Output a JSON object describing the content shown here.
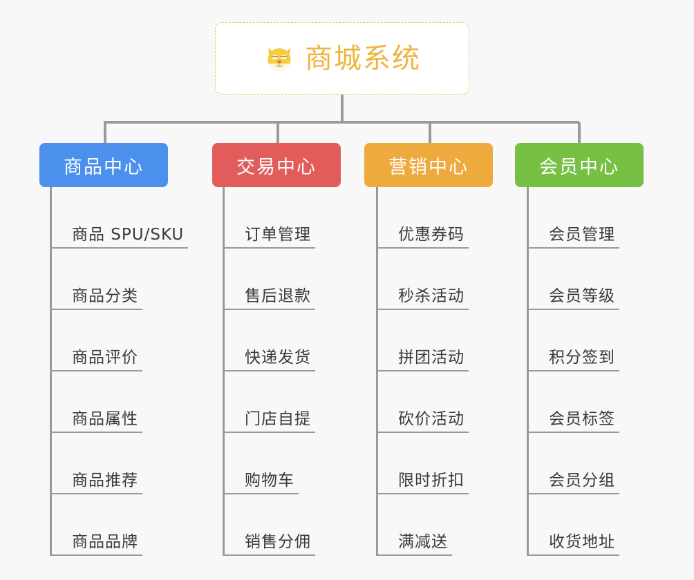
{
  "background_color": "#f8f8f8",
  "root": {
    "title": "商城系统",
    "icon": "dog-face-icon",
    "text_color": "#f0b43c",
    "border_color": "#f0c36d"
  },
  "connector_color": "#9a9a9a",
  "branches": [
    {
      "label": "商品中心",
      "color": "#4a90ec",
      "items": [
        "商品 SPU/SKU",
        "商品分类",
        "商品评价",
        "商品属性",
        "商品推荐",
        "商品品牌"
      ]
    },
    {
      "label": "交易中心",
      "color": "#e25c5c",
      "items": [
        "订单管理",
        "售后退款",
        "快递发货",
        "门店自提",
        "购物车",
        "销售分佣"
      ]
    },
    {
      "label": "营销中心",
      "color": "#eeaa3c",
      "items": [
        "优惠券码",
        "秒杀活动",
        "拼团活动",
        "砍价活动",
        "限时折扣",
        "满减送"
      ]
    },
    {
      "label": "会员中心",
      "color": "#77c043",
      "items": [
        "会员管理",
        "会员等级",
        "积分签到",
        "会员标签",
        "会员分组",
        "收货地址"
      ]
    }
  ]
}
